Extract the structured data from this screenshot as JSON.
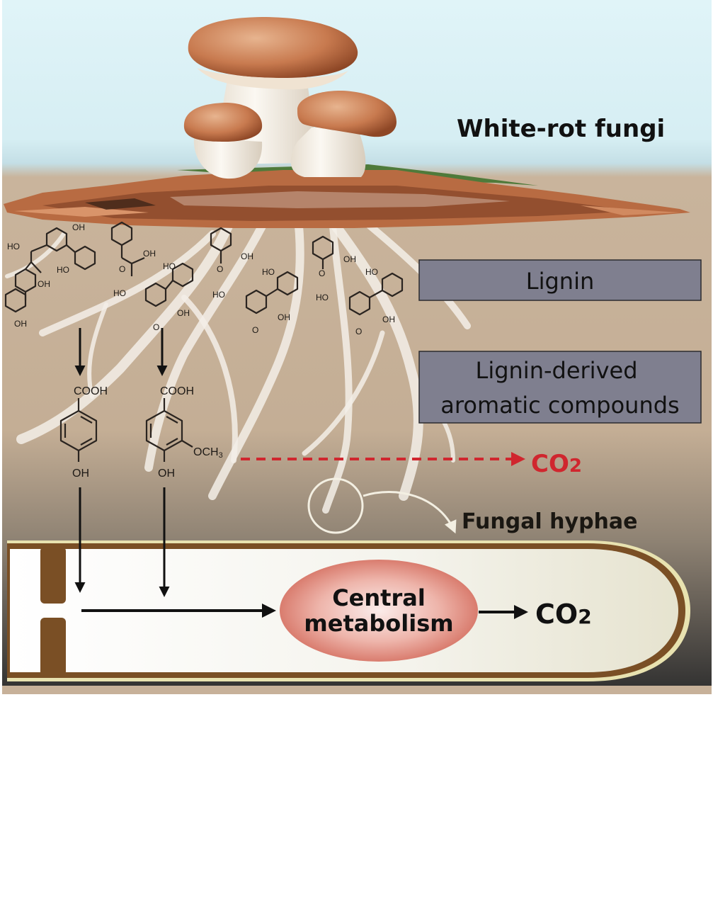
{
  "title": "White-rot fungi",
  "labels": {
    "lignin": "Lignin",
    "lignin_derived_line1": "Lignin-derived",
    "lignin_derived_line2": "aromatic compounds",
    "co2_released": "CO",
    "co2_released_sub": "2",
    "fungal_hyphae": "Fungal hyphae",
    "central_metabolism_line1": "Central",
    "central_metabolism_line2": "metabolism",
    "co2_metabolic": "CO",
    "co2_metabolic_sub": "2"
  },
  "compounds": [
    {
      "name": "4-hydroxybenzoic acid",
      "top_group": "COOH",
      "bottom_group": "OH"
    },
    {
      "name": "vanillic acid",
      "top_group": "COOH",
      "bottom_group": "OH",
      "side_group": "OCH",
      "side_group_sub": "3"
    }
  ],
  "lignin_atoms": {
    "oh": "OH",
    "ho": "HO",
    "o": "O"
  },
  "colors": {
    "sky": "#dff3f7",
    "soil": "#c7b199",
    "soil_dark": "#2f2e2d",
    "box_fill": "#7f7f8f",
    "co2_red": "#d0262e",
    "hypha_wall": "#7a4f25",
    "hypha_rim": "#e8e2b0",
    "metabolism": "#d97d6e",
    "text_dark": "#16130f"
  }
}
